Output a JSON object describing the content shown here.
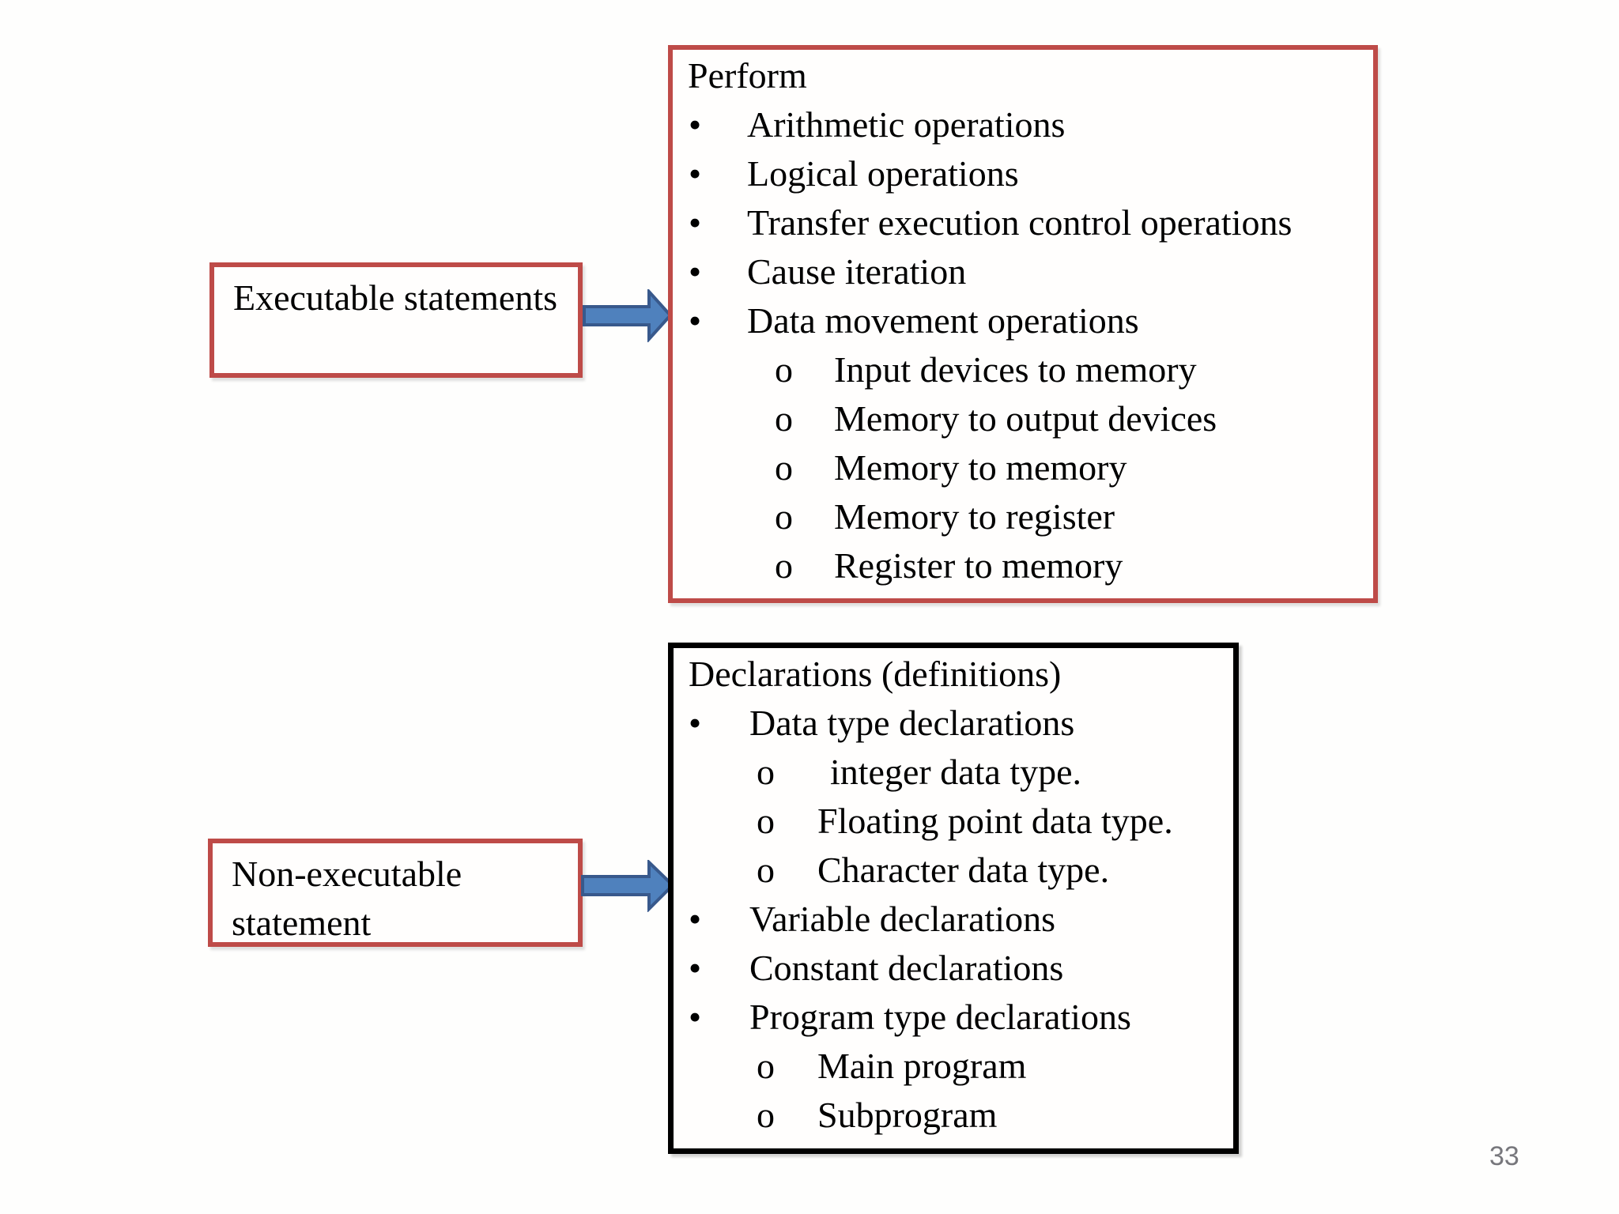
{
  "slide": {
    "page_number": "33",
    "background_color": "#fefefd"
  },
  "colors": {
    "red_box_border": "#be4b48",
    "black_box_border": "#000000",
    "arrow_fill": "#4f81bd",
    "arrow_stroke": "#38598c",
    "text": "#000000",
    "page_number": "#77777c"
  },
  "bullets": {
    "level1": "•",
    "level2": "o"
  },
  "executable_label": {
    "text": "Executable statements"
  },
  "non_executable_label": {
    "text": "Non-executable statement"
  },
  "perform_box": {
    "title": "Perform",
    "items": [
      {
        "level": 1,
        "text": "Arithmetic operations"
      },
      {
        "level": 1,
        "text": "Logical operations"
      },
      {
        "level": 1,
        "text": "Transfer execution control operations"
      },
      {
        "level": 1,
        "text": "Cause iteration"
      },
      {
        "level": 1,
        "text": "Data movement operations"
      },
      {
        "level": 2,
        "text": "Input devices to memory"
      },
      {
        "level": 2,
        "text": "Memory to output devices"
      },
      {
        "level": 2,
        "text": "Memory to memory"
      },
      {
        "level": 2,
        "text": "Memory to register"
      },
      {
        "level": 2,
        "text": "Register to memory"
      }
    ]
  },
  "declarations_box": {
    "title": "Declarations (definitions)",
    "items": [
      {
        "level": 1,
        "text": "Data type declarations"
      },
      {
        "level": 2,
        "text": "integer data type."
      },
      {
        "level": 2,
        "text": "Floating point data type."
      },
      {
        "level": 2,
        "text": "Character data type."
      },
      {
        "level": 1,
        "text": "Variable declarations"
      },
      {
        "level": 1,
        "text": "Constant declarations"
      },
      {
        "level": 1,
        "text": "Program type declarations"
      },
      {
        "level": 2,
        "text": "Main program"
      },
      {
        "level": 2,
        "text": "Subprogram"
      }
    ]
  }
}
